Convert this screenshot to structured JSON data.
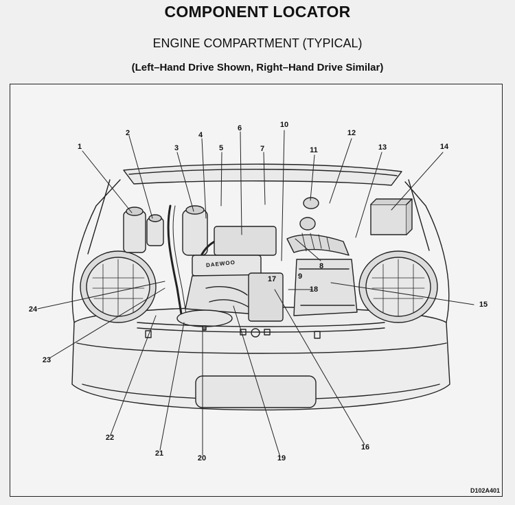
{
  "title": "COMPONENT LOCATOR",
  "subtitle": "ENGINE COMPARTMENT (TYPICAL)",
  "note": "(Left–Hand Drive Shown, Right–Hand Drive Similar)",
  "callouts": [
    "1",
    "2",
    "3",
    "4",
    "5",
    "6",
    "7",
    "8",
    "9",
    "10",
    "11",
    "12",
    "13",
    "14",
    "15",
    "16",
    "17",
    "18",
    "19",
    "20",
    "21",
    "22",
    "23",
    "24"
  ],
  "emblem_text": "DAEWOO",
  "figure_code": "D102A401"
}
